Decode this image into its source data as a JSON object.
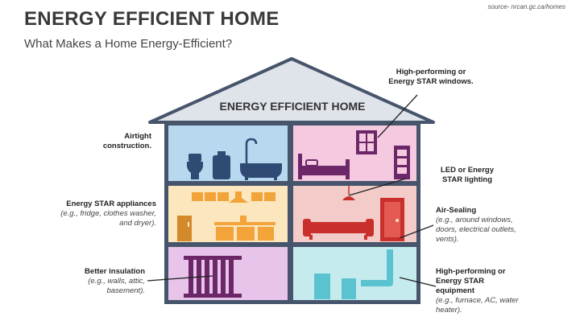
{
  "source": "source- nrcan.gc.ca/homes",
  "title": "ENERGY EFFICIENT HOME",
  "subtitle": "What Makes a Home Energy-Efficient?",
  "roof_label": "ENERGY EFFICIENT HOME",
  "colors": {
    "wall": "#46556b",
    "roof": "#dfe3ea",
    "bathroom": "#b7d8ee",
    "bedroom": "#f5c9df",
    "kitchen": "#fbe6bd",
    "living": "#f3cbc8",
    "insulation_room": "#e8c3ea",
    "utility": "#c6ebee",
    "navy": "#2f4a73",
    "purple": "#6b2768",
    "orange": "#f2a33a",
    "red": "#c9302c",
    "teal": "#5bc3cf"
  },
  "annotations": {
    "windows": {
      "heading": "High-performing or Energy STAR windows."
    },
    "airtight": {
      "heading": "Airtight construction."
    },
    "led": {
      "heading": "LED or Energy STAR lighting"
    },
    "appliances": {
      "heading": "Energy STAR appliances",
      "detail": "(e.g., fridge, clothes washer, and dryer)."
    },
    "air_sealing": {
      "heading": "Air-Sealing",
      "detail": "(e.g., around windows, doors, electrical outlets, vents)."
    },
    "insulation": {
      "heading": "Better insulation",
      "detail": "(e.g., walls, attic, basement)."
    },
    "equipment": {
      "heading": "High-performing or Energy STAR equipment",
      "detail": "(e.g., furnace, AC, water heater)."
    }
  }
}
